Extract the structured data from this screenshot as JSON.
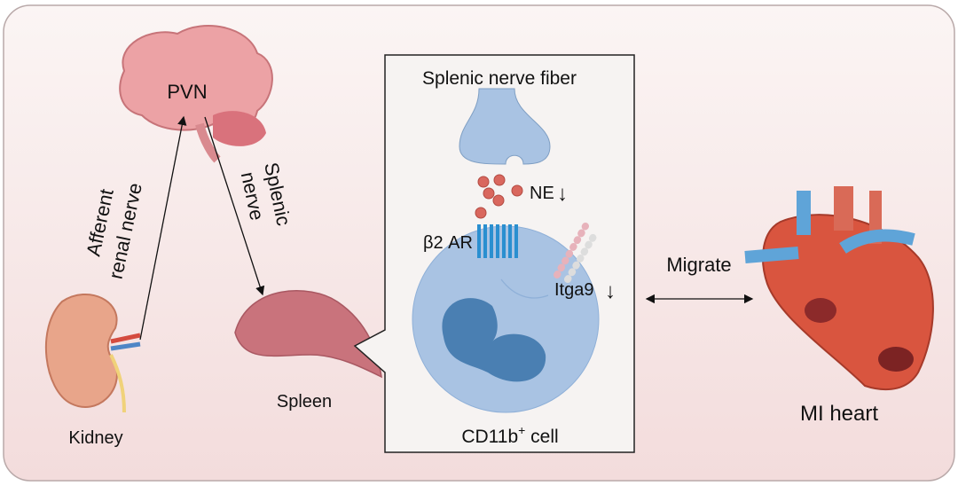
{
  "labels": {
    "pvn": "PVN",
    "afferent_line1": "Afferent",
    "afferent_line2": "renal nerve",
    "splenic_line1": "Splenic",
    "splenic_line2": "nerve",
    "kidney": "Kidney",
    "spleen": "Spleen",
    "fiber": "Splenic nerve fiber",
    "ne": "NE",
    "b2ar": "β2 AR",
    "itga9": "Itga9",
    "cell_main": "CD11b",
    "cell_sup": "+",
    "cell_suffix": " cell",
    "migrate": "Migrate",
    "heart": "MI heart",
    "down_arrow": "↓"
  },
  "colors": {
    "background": "#f7e9e9",
    "brain": "#e99a9e",
    "kidney": "#e6a187",
    "spleen": "#c9737c",
    "cell": "#a9c3e3",
    "nucleus": "#4a7fb2",
    "receptor": "#2a8fd0",
    "ne": "#d9675e",
    "heart": "#d9553f"
  }
}
